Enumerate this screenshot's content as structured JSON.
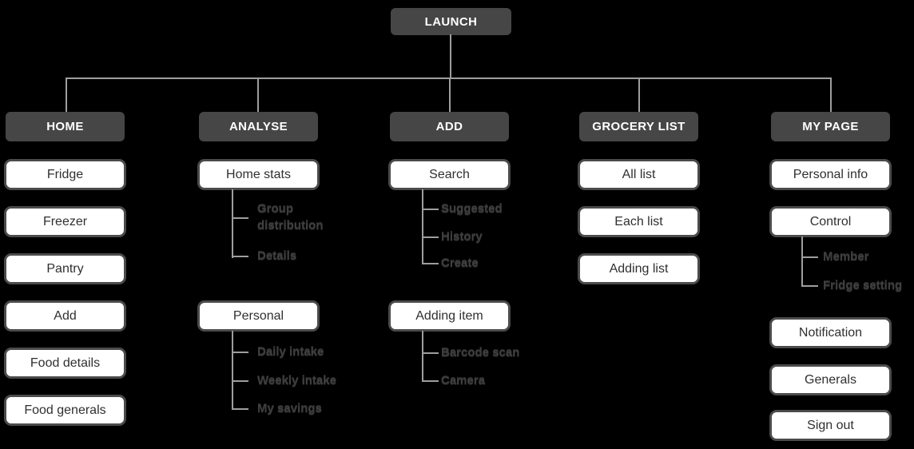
{
  "root": {
    "label": "LAUNCH"
  },
  "columns": [
    {
      "label": "HOME",
      "items": [
        {
          "label": "Fridge"
        },
        {
          "label": "Freezer"
        },
        {
          "label": "Pantry"
        },
        {
          "label": "Add"
        },
        {
          "label": "Food details"
        },
        {
          "label": "Food generals"
        }
      ]
    },
    {
      "label": "ANALYSE",
      "items": [
        {
          "label": "Home stats",
          "children": [
            {
              "label": "Group distribution"
            },
            {
              "label": "Details"
            }
          ]
        },
        {
          "label": "Personal",
          "children": [
            {
              "label": "Daily intake"
            },
            {
              "label": "Weekly intake"
            },
            {
              "label": "My savings"
            }
          ]
        }
      ]
    },
    {
      "label": "ADD",
      "items": [
        {
          "label": "Search",
          "children": [
            {
              "label": "Suggested"
            },
            {
              "label": "History"
            },
            {
              "label": "Create"
            }
          ]
        },
        {
          "label": "Adding item",
          "children": [
            {
              "label": "Barcode scan"
            },
            {
              "label": "Camera"
            }
          ]
        }
      ]
    },
    {
      "label": "GROCERY LIST",
      "items": [
        {
          "label": "All list"
        },
        {
          "label": "Each list"
        },
        {
          "label": "Adding list"
        }
      ]
    },
    {
      "label": "MY PAGE",
      "items": [
        {
          "label": "Personal info"
        },
        {
          "label": "Control",
          "children": [
            {
              "label": "Member"
            },
            {
              "label": "Fridge setting"
            }
          ]
        },
        {
          "label": "Notification"
        },
        {
          "label": "Generals"
        },
        {
          "label": "Sign out"
        }
      ]
    }
  ],
  "colors": {
    "background": "#000000",
    "header_fill": "#464646",
    "header_text": "#ffffff",
    "box_fill": "#ffffff",
    "box_border": "#4b4b4b",
    "box_text": "#303030",
    "connector": "#9e9e9e",
    "subitem_text": "#3e3e3e"
  }
}
